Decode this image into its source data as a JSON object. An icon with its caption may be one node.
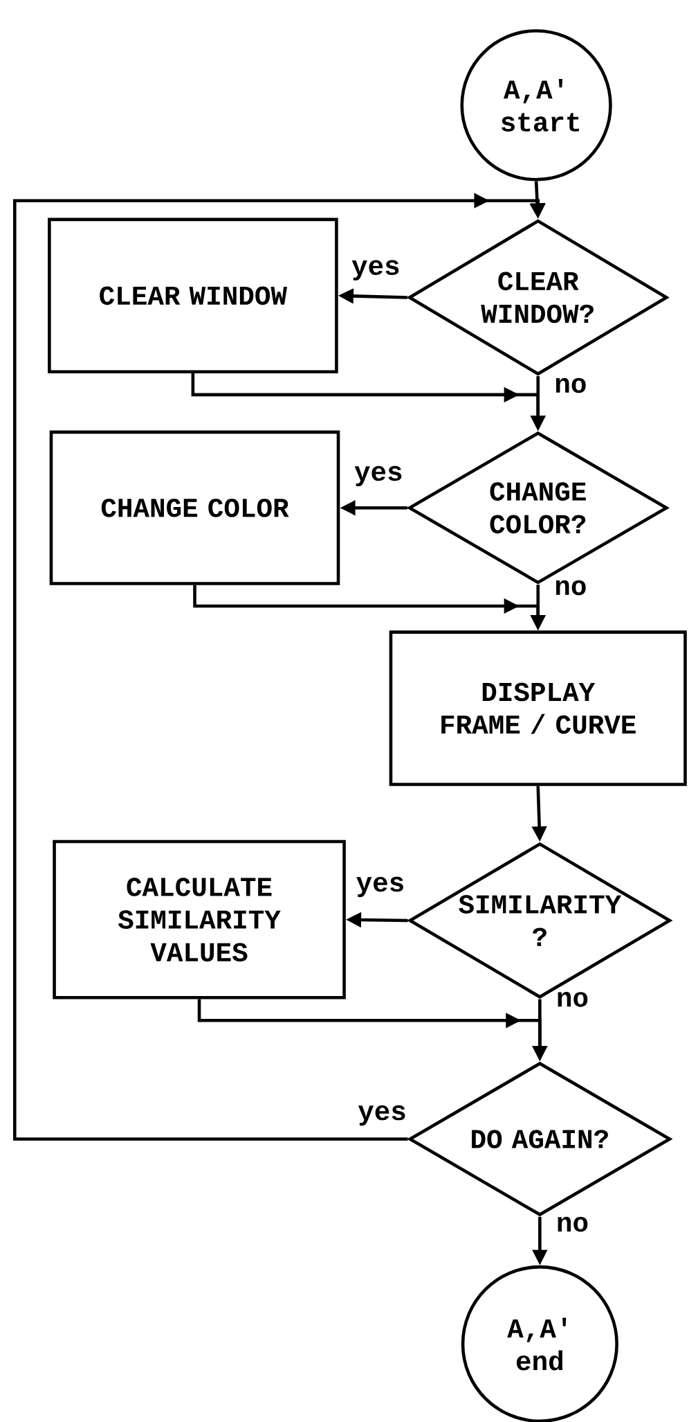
{
  "diagram": {
    "nodes": [
      {
        "text": [
          "A,A' start"
        ]
      },
      {
        "text": [
          "CLEAR WINDOW?"
        ]
      },
      {
        "text": [
          "CLEAR WINDOW"
        ]
      },
      {
        "text": [
          "CHANGE COLOR?"
        ]
      },
      {
        "text": [
          "CHANGE COLOR"
        ]
      },
      {
        "text": [
          "DISPLAY FRAME / CURVE"
        ]
      },
      {
        "text": [
          "SIMILARITY ?"
        ]
      },
      {
        "text": [
          "CALCULATE SIMILARITY VALUES"
        ]
      },
      {
        "text": [
          "DO AGAIN?"
        ]
      },
      {
        "text": [
          "A,A' end"
        ]
      }
    ],
    "edges": [
      {
        "from": 0,
        "to": 1,
        "arrow": "to"
      },
      {
        "from": 1,
        "to": 2,
        "arrow": "to",
        "label": "yes"
      },
      {
        "from": 1,
        "to": 3,
        "arrow": "to",
        "label": "no"
      },
      {
        "from": 2,
        "to": 3,
        "arrow": "to"
      },
      {
        "from": 3,
        "to": 4,
        "arrow": "to",
        "label": "yes"
      },
      {
        "from": 3,
        "to": 5,
        "arrow": "to",
        "label": "no"
      },
      {
        "from": 4,
        "to": 5,
        "arrow": "to"
      },
      {
        "from": 5,
        "to": 6,
        "arrow": "to"
      },
      {
        "from": 6,
        "to": 7,
        "arrow": "to",
        "label": "yes"
      },
      {
        "from": 6,
        "to": 8,
        "arrow": "to",
        "label": "no"
      },
      {
        "from": 7,
        "to": 8,
        "arrow": "to"
      },
      {
        "from": 8,
        "to": 1,
        "arrow": "to",
        "label": "yes"
      },
      {
        "from": 8,
        "to": 9,
        "arrow": "to",
        "label": "no"
      }
    ]
  }
}
